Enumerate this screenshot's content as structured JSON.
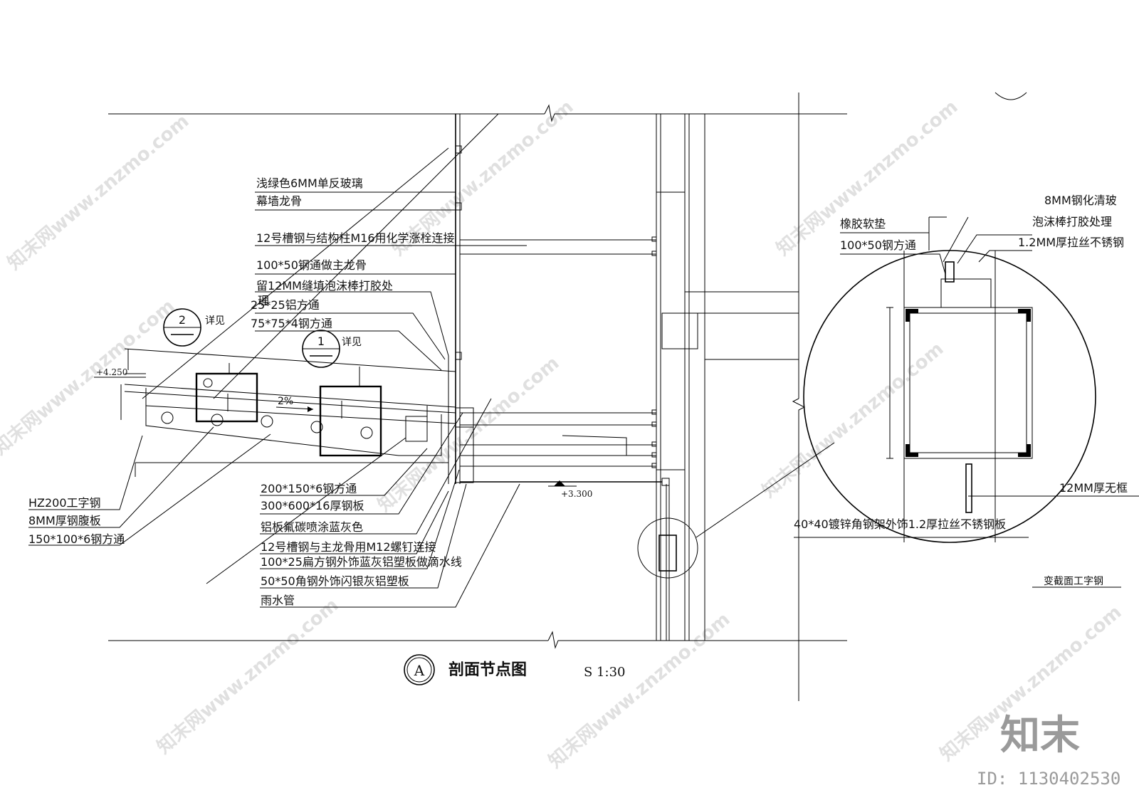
{
  "section_title": "剖面节点图",
  "section_marker": "A",
  "scale": "S 1:30",
  "callout_2_mark": "2",
  "callout_1_mark": "1",
  "callout_detail": "详见",
  "elev_top": "+4.250",
  "elev_bottom": "+3.300",
  "slope": "2%",
  "labels_upper": [
    "浅绿色6MM单反玻璃",
    "幕墙龙骨",
    "12号槽钢与结构柱M16用化学涨栓连接",
    "100*50钢通做主龙骨",
    "留12MM缝填泡沫棒打胶处",
    "理",
    "25*25铝方通",
    "75*75*4钢方通"
  ],
  "labels_left": [
    "HZ200工字钢",
    "8MM厚钢腹板",
    "150*100*6钢方通"
  ],
  "labels_lower": [
    "200*150*6钢方通",
    "300*600*16厚钢板",
    "铝板氟碳喷涂蓝灰色",
    "12号槽钢与主龙骨用M12螺钉连接",
    "100*25扁方钢外饰蓝灰铝塑板做滴水线",
    "50*50角钢外饰闪银灰铝塑板",
    "雨水管"
  ],
  "labels_detail": [
    "8MM钢化清玻",
    "橡胶软垫",
    "泡沫棒打胶处理",
    "100*50钢方通",
    "1.2MM厚拉丝不锈钢",
    "12MM厚无框",
    "40*40镀锌角钢架外饰1.2厚拉丝不锈钢板",
    "变截面工字钢"
  ],
  "watermark_text": "知末网www.znzmo.com",
  "watermark_logo": "知末",
  "watermark_id": "ID: 1130402530"
}
